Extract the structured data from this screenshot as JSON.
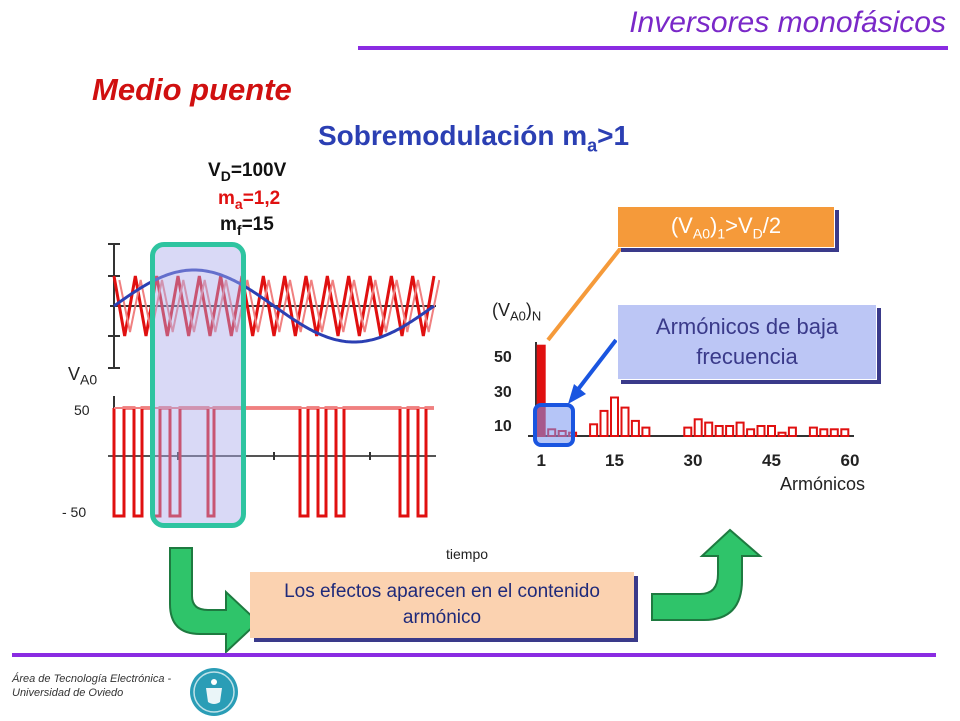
{
  "header": {
    "title": "Inversores monofásicos"
  },
  "section": {
    "title": "Medio puente"
  },
  "subtitle": {
    "main": "Sobremodulación m",
    "sub": "a",
    "suffix": ">1"
  },
  "params": {
    "vd_main": "V",
    "vd_sub": "D",
    "vd_value": "=100V",
    "ma_main": "m",
    "ma_sub": "a",
    "ma_value": "=1,2",
    "mf_main": "m",
    "mf_sub": "f",
    "mf_value": "=15"
  },
  "waveform": {
    "y_label_main": "V",
    "y_label_sub": "A0",
    "tick_pos": "50",
    "tick_neg": "- 50",
    "x_label": "tiempo"
  },
  "spectrum": {
    "y_label_main": "(V",
    "y_label_sub": "A0",
    "y_label_close": ")",
    "y_label_sub2": "N",
    "y_ticks": [
      "50",
      "30",
      "10"
    ],
    "x_ticks": [
      "1",
      "15",
      "30",
      "45",
      "60"
    ],
    "x_label": "Armónicos"
  },
  "chart_data": {
    "type": "bar",
    "x": [
      1,
      3,
      5,
      7,
      11,
      13,
      15,
      17,
      19,
      21,
      29,
      31,
      33,
      35,
      37,
      39,
      41,
      43,
      45,
      47,
      49,
      53,
      55,
      57,
      59
    ],
    "values": [
      54,
      4,
      3,
      2,
      7,
      15,
      23,
      17,
      9,
      5,
      5,
      10,
      8,
      6,
      6,
      8,
      4,
      6,
      6,
      2,
      5,
      5,
      4,
      4,
      4
    ],
    "xlim": [
      0,
      60
    ],
    "ylim": [
      0,
      55
    ]
  },
  "callouts": {
    "fundamental_main": "(V",
    "fundamental_sub1": "A0",
    "fundamental_mid": ")",
    "fundamental_sub2": "1",
    "fundamental_tail": ">V",
    "fundamental_sub3": "D",
    "fundamental_end": "/2",
    "low_freq": "Armónicos de baja frecuencia",
    "effects": "Los efectos aparecen en el contenido armónico"
  },
  "footer": {
    "line1": "Área de Tecnología Electrónica -",
    "line2": "Universidad de Oviedo"
  },
  "colors": {
    "accent_purple": "#8a2be2",
    "red": "#e01010",
    "blue": "#2b3fb3",
    "orange": "#f59a3a",
    "green": "#22b573",
    "teal_box": "#2ec4a0"
  }
}
